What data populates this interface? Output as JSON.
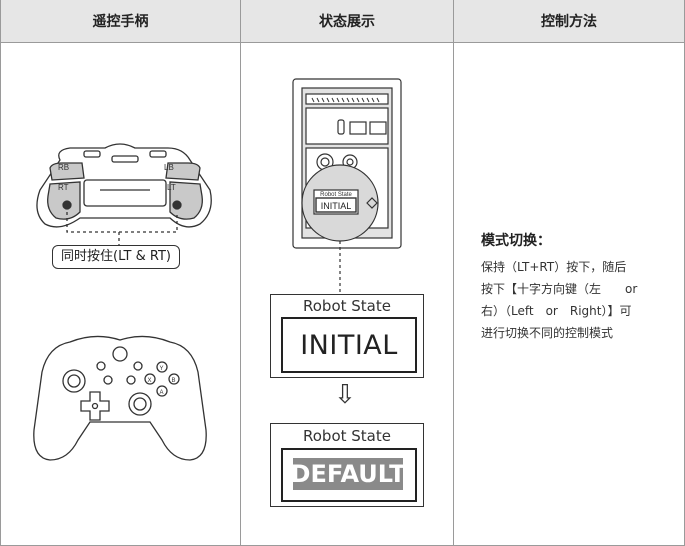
{
  "headers": {
    "col1": "遥控手柄",
    "col2": "状态展示",
    "col3": "控制方法"
  },
  "controller": {
    "shoulder_left": "RB",
    "shoulder_right": "LB",
    "trigger_left": "RT",
    "trigger_right": "LT",
    "hold_label": "同时按住(LT & RT)",
    "button_y": "Y",
    "button_x": "X",
    "button_b": "B",
    "button_a": "A"
  },
  "device": {
    "screen_title": "Robot State",
    "screen_value": "INITIAL"
  },
  "states": {
    "title": "Robot State",
    "initial": "INITIAL",
    "default": "DEFAULT",
    "arrow": "⇩"
  },
  "method": {
    "title": "模式切换：",
    "line1": "保持（LT+RT）按下，随后",
    "line2": "按下【十字方向键（左　　or",
    "line3": "右）（Left　or　Right）】可",
    "line4": "进行切换不同的控制模式"
  }
}
